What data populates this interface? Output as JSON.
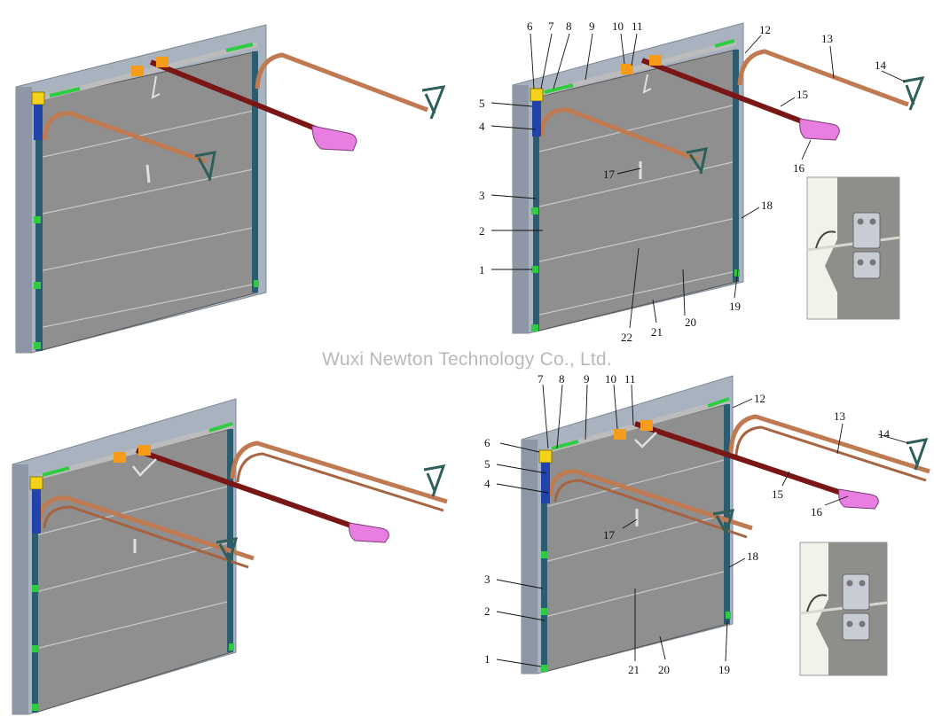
{
  "watermark": "Wuxi Newton Technology Co., Ltd.",
  "colors": {
    "wall": "#a9b3bf",
    "wall_dark": "#7d8896",
    "panel": "#8f8f8f",
    "panel_line": "#c7c7c7",
    "track": "#c07a52",
    "rail": "#7a1616",
    "operator": "#e77ee0",
    "bracket": "#2f5f5a",
    "hinge_green": "#2ecc40",
    "yellow": "#f2d21b",
    "orange": "#f59d1a",
    "blue": "#2244aa"
  },
  "diagrams": [
    {
      "id": "top-left",
      "type": "standard-lift"
    },
    {
      "id": "top-right",
      "type": "standard-lift-labeled",
      "labels": [
        "1",
        "2",
        "3",
        "4",
        "5",
        "6",
        "7",
        "8",
        "9",
        "10",
        "11",
        "12",
        "13",
        "14",
        "15",
        "16",
        "17",
        "18",
        "19",
        "20",
        "21",
        "22"
      ]
    },
    {
      "id": "bottom-left",
      "type": "double-track"
    },
    {
      "id": "bottom-right",
      "type": "double-track-labeled",
      "labels": [
        "1",
        "2",
        "3",
        "4",
        "5",
        "6",
        "7",
        "8",
        "9",
        "10",
        "11",
        "12",
        "13",
        "14",
        "15",
        "16",
        "17",
        "18",
        "19",
        "20",
        "21"
      ]
    }
  ],
  "insets": [
    {
      "id": "hinge-detail-top",
      "icon": "hinge-detail"
    },
    {
      "id": "hinge-detail-bottom",
      "icon": "hinge-detail"
    }
  ]
}
